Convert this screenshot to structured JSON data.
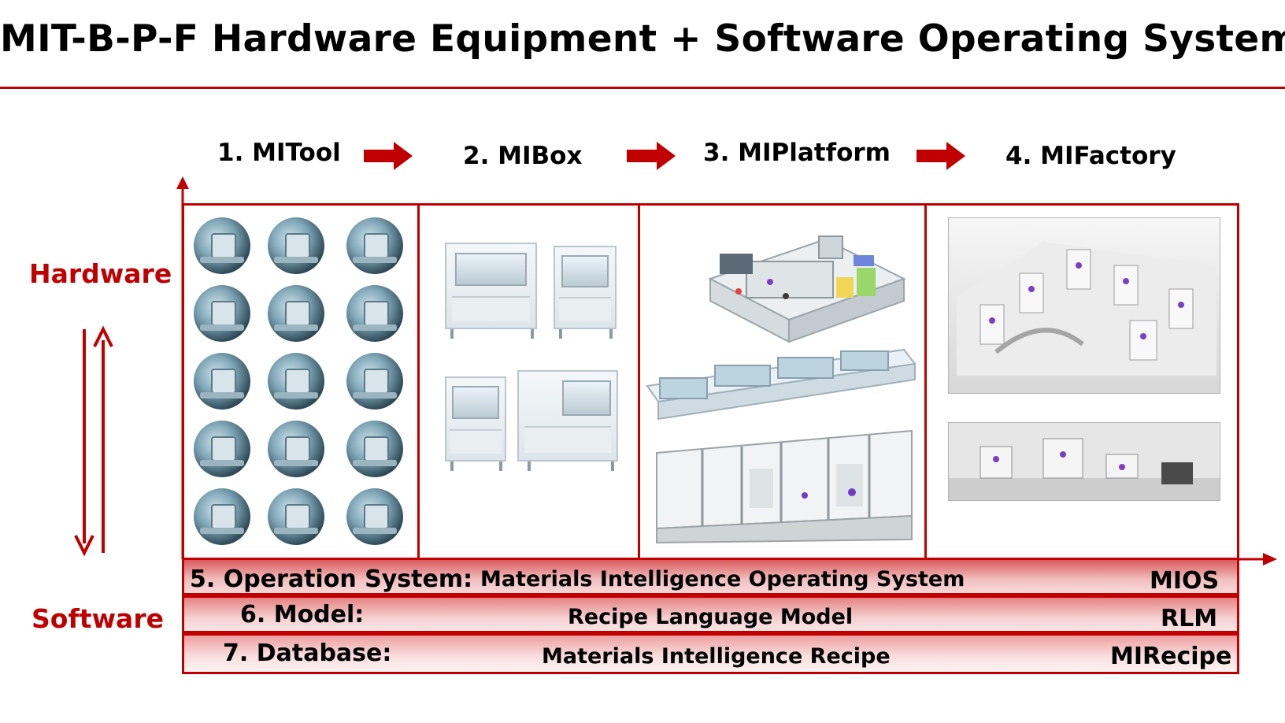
{
  "title": "MIT-B-P-F Hardware Equipment + Software Operating System",
  "stages": [
    {
      "label": "1. MITool"
    },
    {
      "label": "2. MIBox"
    },
    {
      "label": "3. MIPlatform"
    },
    {
      "label": "4. MIFactory"
    }
  ],
  "side_labels": {
    "hardware": "Hardware",
    "software": "Software"
  },
  "software_layers": [
    {
      "label": "5. Operation System:",
      "description": "Materials Intelligence Operating System",
      "abbr": "MIOS"
    },
    {
      "label": "6. Model:",
      "description": "Recipe Language Model",
      "abbr": "RLM"
    },
    {
      "label": "7. Database:",
      "description": "Materials Intelligence Recipe",
      "abbr": "MIRecipe"
    }
  ],
  "colors": {
    "accent": "#c00000"
  }
}
